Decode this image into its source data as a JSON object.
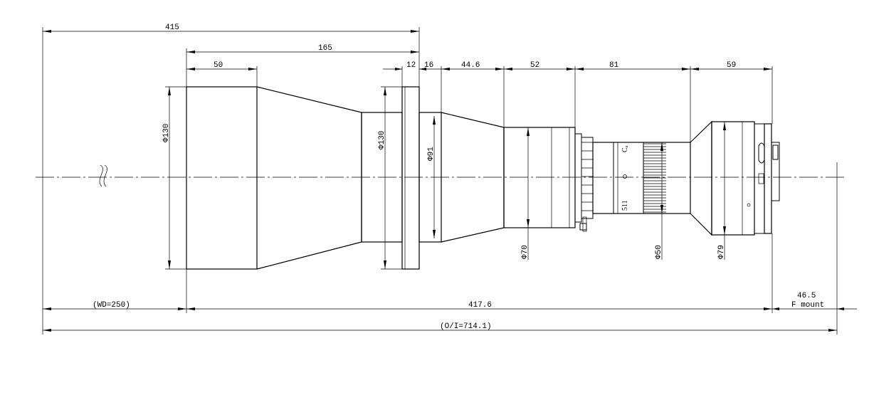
{
  "dimensions": {
    "top_415": "415",
    "top_165": "165",
    "top_50": "50",
    "top_12": "12",
    "top_16": "16",
    "top_44_6": "44.6",
    "top_52": "52",
    "top_81": "81",
    "top_59": "59",
    "dia_130_front": "Φ130",
    "dia_130_flange": "Φ130",
    "dia_91": "Φ91",
    "dia_70": "Φ70",
    "dia_50": "Φ50",
    "dia_79": "Φ79",
    "wd": "(WD=250)",
    "length_417_6": "417.6",
    "flange_46_5": "46.5",
    "f_mount": "F mount",
    "oi": "(O/I=714.1)",
    "lens_mark_1": "Cₐ",
    "lens_mark_2": "511"
  }
}
